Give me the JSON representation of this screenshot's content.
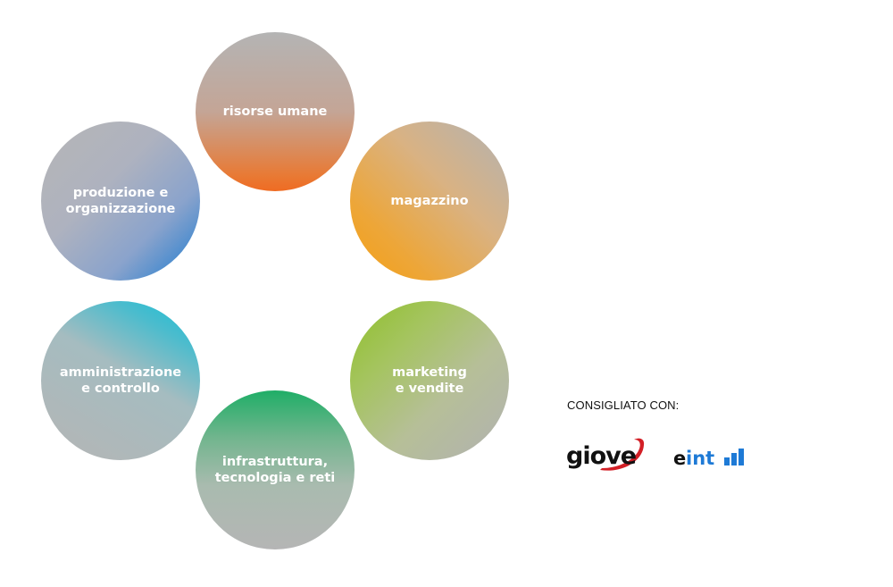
{
  "diagram": {
    "nodes": [
      {
        "id": "hr",
        "label": "risorse umane"
      },
      {
        "id": "mag",
        "label": "magazzino"
      },
      {
        "id": "mkt",
        "label": "marketing\ne vendite"
      },
      {
        "id": "infra",
        "label": "infrastruttura,\ntecnologia e reti"
      },
      {
        "id": "amm",
        "label": "amministrazione\ne controllo"
      },
      {
        "id": "prod",
        "label": "produzione e\norganizzazione"
      }
    ]
  },
  "footer": {
    "recommended_label": "CONSIGLIATO CON:",
    "logos": [
      {
        "name": "giove",
        "text": "giove",
        "colors": {
          "text": "#111111",
          "swoosh": "#d31f26"
        }
      },
      {
        "name": "eint",
        "text": "eint",
        "colors": {
          "text": "#111111",
          "accent": "#1e7ad6"
        }
      }
    ]
  }
}
